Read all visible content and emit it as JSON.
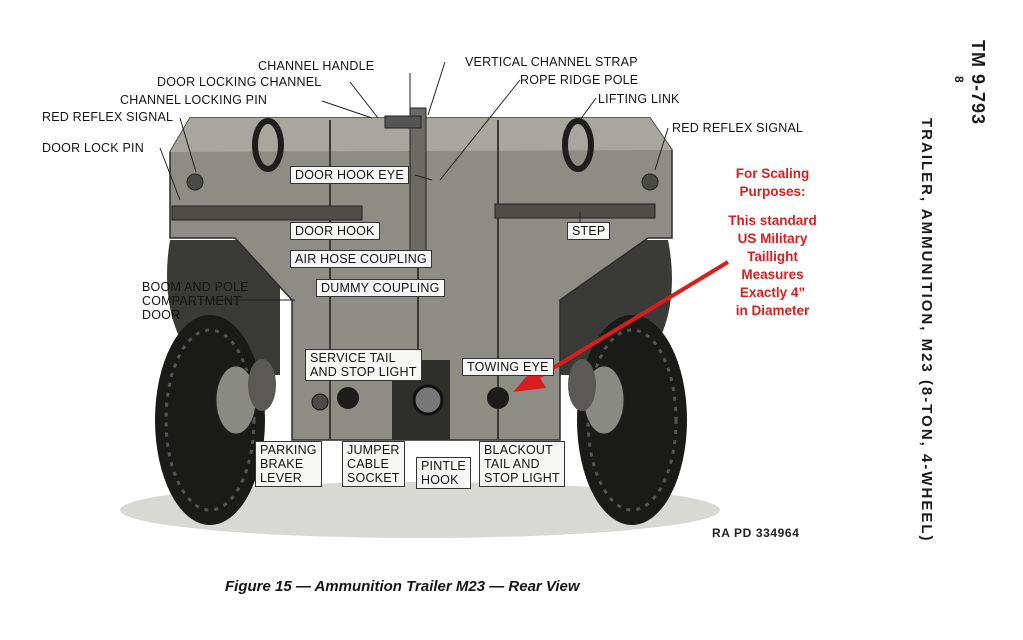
{
  "header": {
    "tm_number": "TM 9-793",
    "page_number": "8",
    "running_head": "TRAILER, AMMUNITION, M23 (8-TON, 4-WHEEL)"
  },
  "figure": {
    "labels": {
      "channel_handle": "CHANNEL HANDLE",
      "door_locking_channel": "DOOR LOCKING CHANNEL",
      "channel_locking_pin": "CHANNEL LOCKING PIN",
      "red_reflex_signal_left": "RED REFLEX SIGNAL",
      "door_lock_pin": "DOOR LOCK PIN",
      "vertical_channel_strap": "VERTICAL CHANNEL STRAP",
      "rope_ridge_pole": "ROPE RIDGE POLE",
      "lifting_link": "LIFTING LINK",
      "red_reflex_signal_right": "RED REFLEX SIGNAL",
      "door_hook_eye": "DOOR HOOK EYE",
      "door_hook": "DOOR HOOK",
      "air_hose_coupling": "AIR HOSE COUPLING",
      "dummy_coupling": "DUMMY COUPLING",
      "step": "STEP",
      "boom_and_pole": [
        "BOOM AND POLE",
        "COMPARTMENT",
        "DOOR"
      ],
      "service_tail": [
        "SERVICE TAIL",
        "AND STOP LIGHT"
      ],
      "towing_eye": "TOWING EYE",
      "parking_brake": [
        "PARKING",
        "BRAKE",
        "LEVER"
      ],
      "jumper_cable": [
        "JUMPER",
        "CABLE",
        "SOCKET"
      ],
      "pintle_hook": [
        "PINTLE",
        "HOOK"
      ],
      "blackout_tail": [
        "BLACKOUT",
        "TAIL AND",
        "STOP LIGHT"
      ]
    },
    "plate_id": "RA PD 334964",
    "caption": "Figure 15 — Ammunition Trailer M23 — Rear View"
  },
  "annotation": {
    "lines": [
      "For Scaling",
      "Purposes:",
      "This standard",
      "US Military",
      "Taillight",
      "Measures",
      "Exactly 4”",
      "in Diameter"
    ],
    "color": "#d81e1e"
  }
}
